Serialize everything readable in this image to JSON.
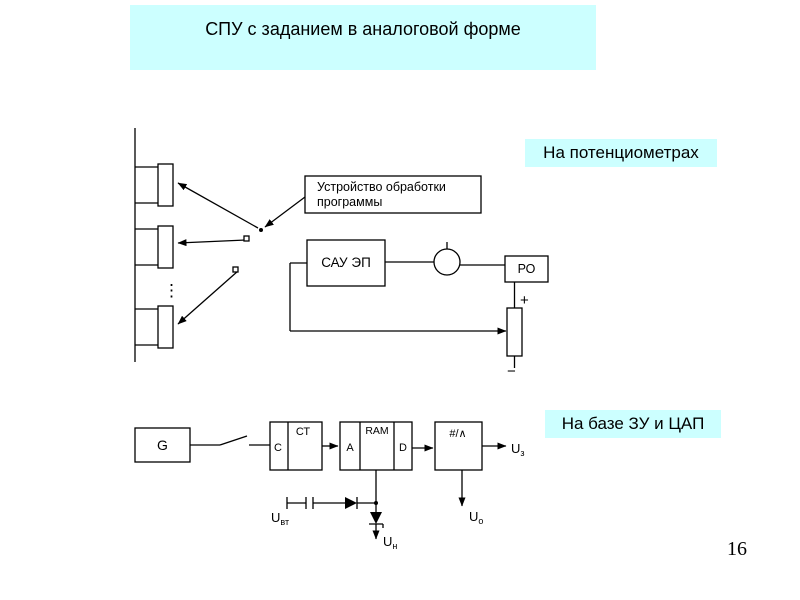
{
  "slide": {
    "title": "СПУ с заданием в аналоговой форме",
    "page_number": "16"
  },
  "section_labels": {
    "potentiometers": "На потенциометрах",
    "zu_dac": "На базе ЗУ и ЦАП"
  },
  "upper": {
    "processing_unit": {
      "line1": "Устройство обработки",
      "line2": "программы"
    },
    "controller": "САУ ЭП",
    "actuator": "РО",
    "plus": "+",
    "minus": "−",
    "dots": "⋮"
  },
  "lower": {
    "generator": "G",
    "counter": {
      "label": "СТ",
      "input": "C"
    },
    "ram": {
      "label": "RAM",
      "addr": "A",
      "data": "D"
    },
    "dac": "#/∧",
    "u_set": {
      "base": "U",
      "sub": "з"
    },
    "u_ref": {
      "base": "U",
      "sub": "о"
    },
    "u_n": {
      "base": "U",
      "sub": "н"
    },
    "u_vt": {
      "base": "U",
      "sub": "вт"
    }
  },
  "colors": {
    "highlight": "#ccffff"
  }
}
